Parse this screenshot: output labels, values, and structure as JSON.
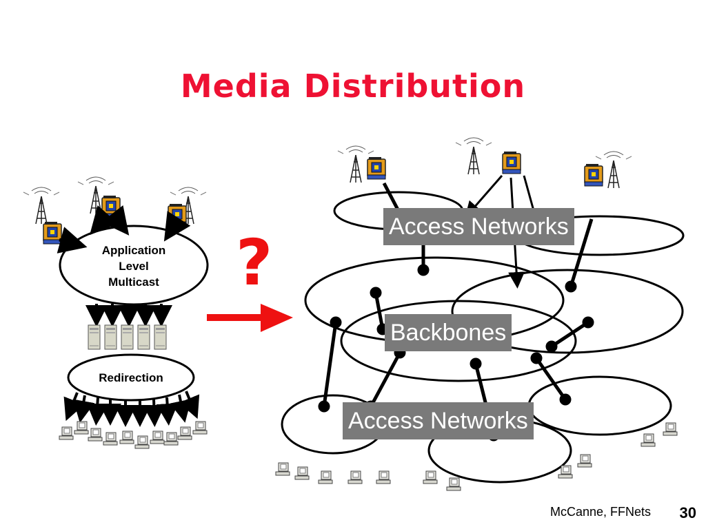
{
  "slide": {
    "title": "Media Distribution",
    "question_mark": "?",
    "footer": "McCanne, FFNets",
    "page_number": "30"
  },
  "left_diagram": {
    "multicast_label": [
      "Application",
      "Level",
      "Multicast"
    ],
    "redirection_label": "Redirection"
  },
  "right_diagram": {
    "access_top_label": "Access Networks",
    "backbones_label": "Backbones",
    "access_bottom_label": "Access Networks"
  },
  "colors": {
    "title": "#ee1133",
    "arrow": "#ee1111",
    "label_box": "#7a7a7a"
  },
  "icons": [
    "antenna-tower-icon",
    "camera-icon",
    "server-icon",
    "computer-icon"
  ]
}
